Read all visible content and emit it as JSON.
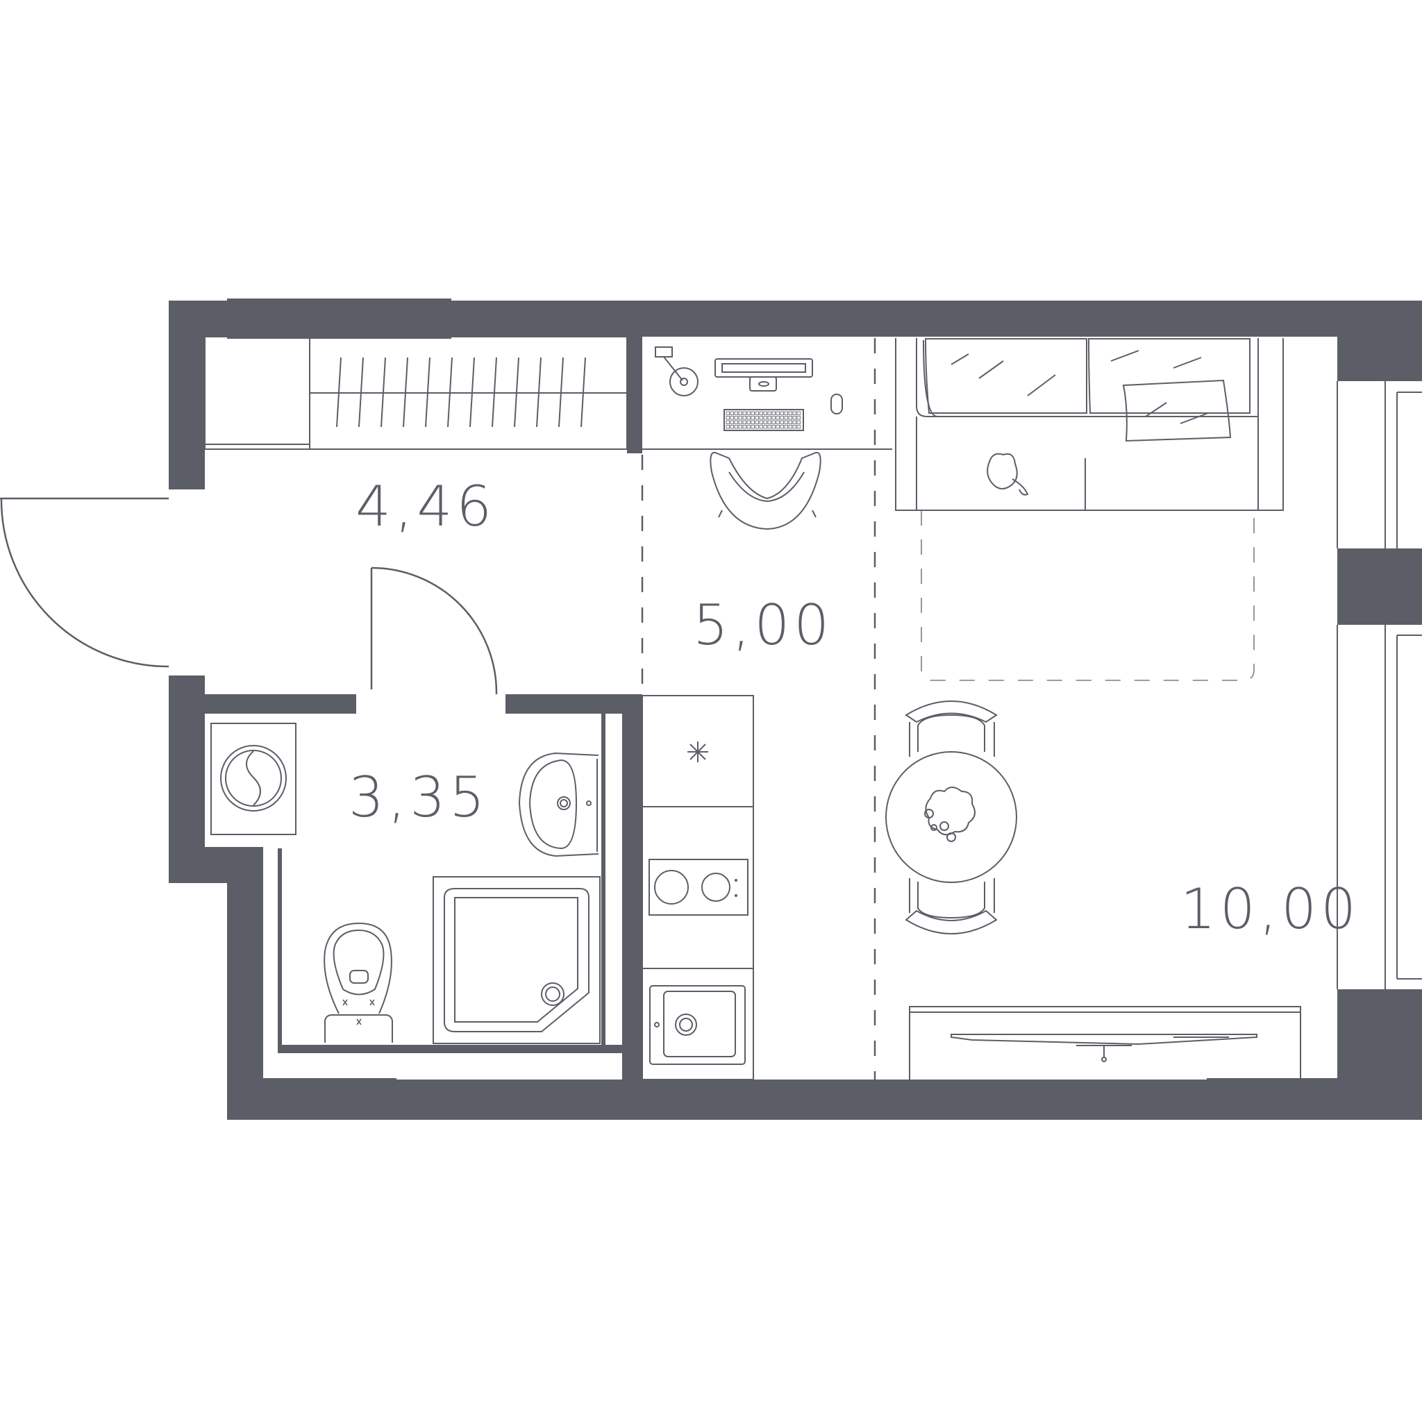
{
  "rooms": [
    {
      "id": "hallway",
      "area": "4,46"
    },
    {
      "id": "kitchen",
      "area": "5,00"
    },
    {
      "id": "bathroom",
      "area": "3,35"
    },
    {
      "id": "living-room",
      "area": "10,00"
    }
  ],
  "colors": {
    "wall": "#5b5e66",
    "line": "#5b5e66",
    "background": "#ffffff"
  }
}
